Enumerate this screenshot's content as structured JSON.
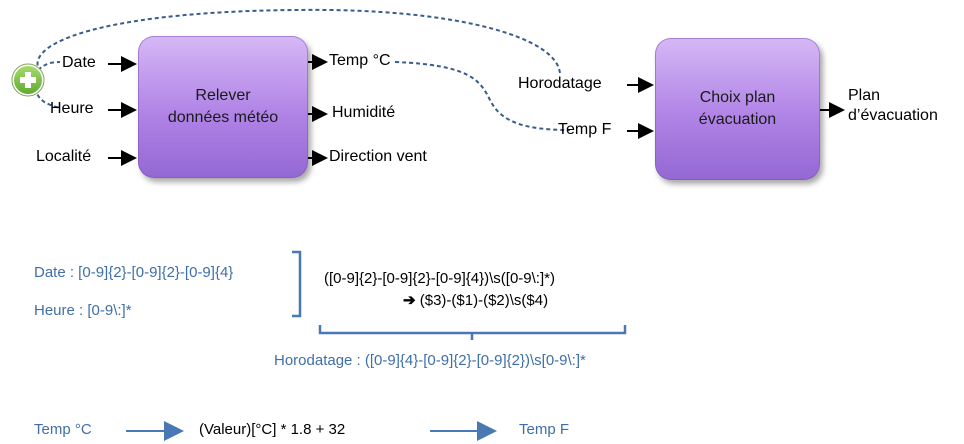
{
  "diagram": {
    "box1": {
      "line1": "Relever",
      "line2": "données météo"
    },
    "box2": {
      "line1": "Choix plan",
      "line2": "évacuation"
    },
    "inputs1": [
      "Date",
      "Heure",
      "Localité"
    ],
    "outputs1": [
      "Temp °C",
      "Humidité",
      "Direction vent"
    ],
    "inputs2": [
      "Horodatage",
      "Temp F"
    ],
    "output2": {
      "line1": "Plan",
      "line2": "d’évacuation"
    },
    "colors": {
      "box": "#b083e6",
      "dashed": "#3b5b8c",
      "accent_blue": "#3f6fa8",
      "plus": "#7cc242"
    }
  },
  "regex": {
    "date": "Date : [0-9]{2}-[0-9]{2}-[0-9]{4}",
    "heure": "Heure : [0-9\\:]*",
    "pattern": "([0-9]{2}-[0-9]{2}-[0-9]{4})\\s([0-9\\:]*)",
    "replace": "($3)-($1)-($2)\\s($4)",
    "horodatage": "Horodatage : ([0-9]{4}-[0-9]{2}-[0-9]{2})\\s[0-9\\:]*"
  },
  "conversion": {
    "from": "Temp °C",
    "formula": "(Valeur)[°C] * 1.8 + 32",
    "to": "Temp F"
  }
}
